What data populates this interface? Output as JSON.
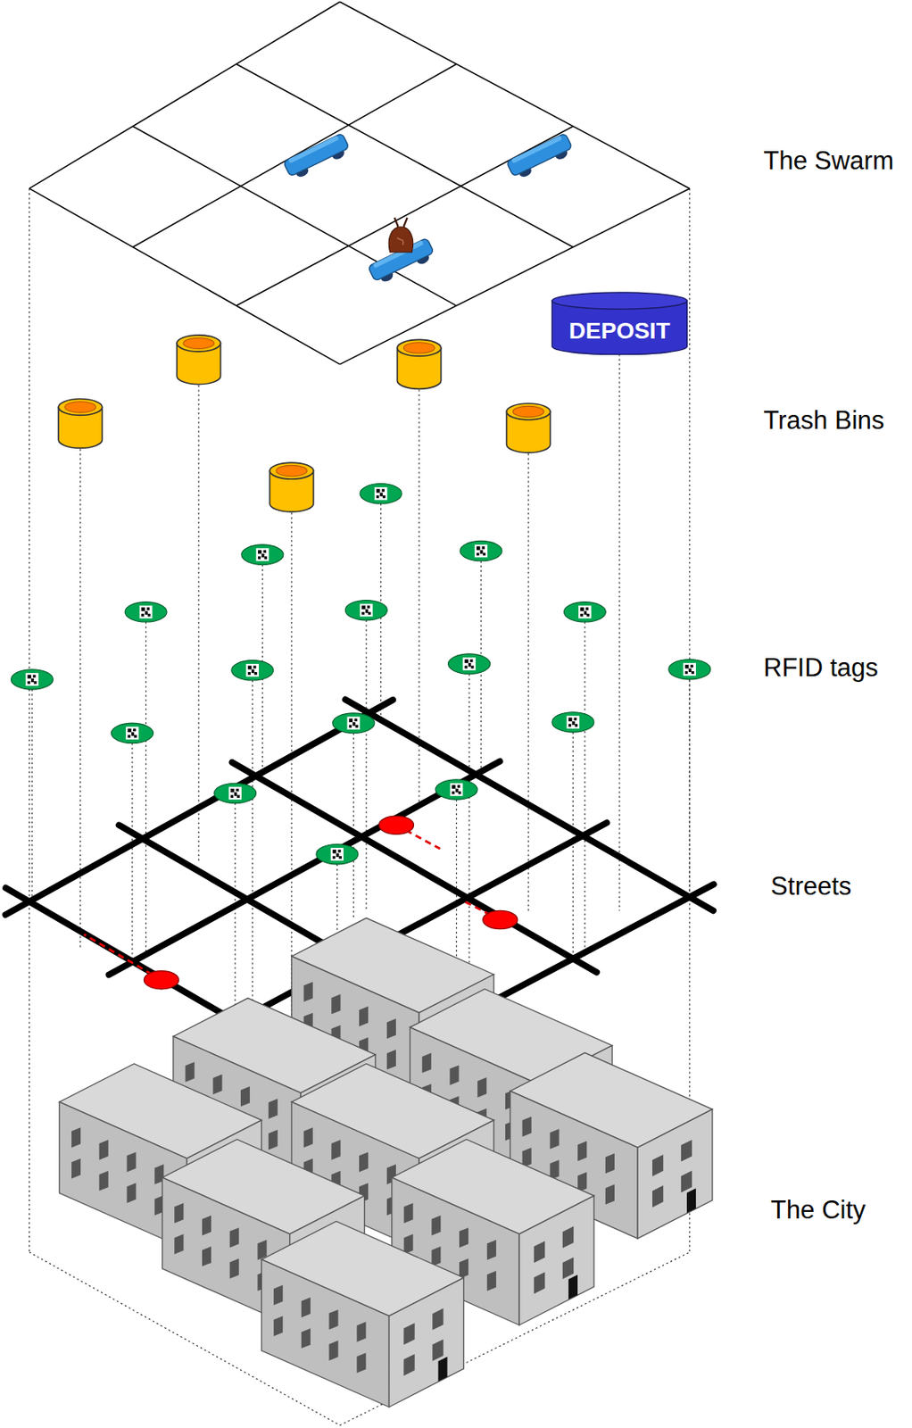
{
  "diagram": {
    "nodes": [
      {
        "text": [
          "DEPOSIT"
        ]
      }
    ],
    "labels": [
      "The Swarm",
      "Trash Bins",
      "RFID tags",
      "Streets",
      "The City"
    ]
  }
}
